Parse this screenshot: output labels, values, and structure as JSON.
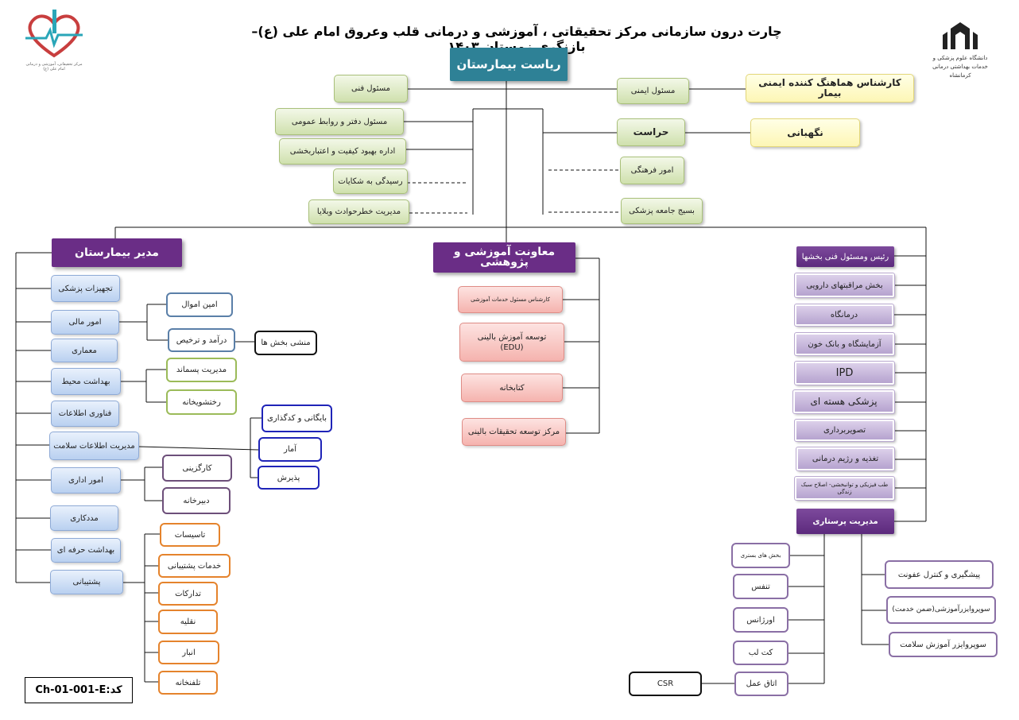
{
  "title": "چارت درون سازمانی مرکز تحقیقاتی ، آموزشی و درمانی قلب وعروق امام علی (ع)– بازنگری زمستان ۱۴۰۳",
  "code_label": "کد:Ch-01-001-E",
  "logos": {
    "left": {
      "caption": "مرکز تحقیقاتی، آموزشی و درمانی امام علی (ع)"
    },
    "right": {
      "caption": "دانشگاه علوم پزشکی و خدمات بهداشتی درمانی کرمانشاه"
    }
  },
  "top": {
    "head": "ریاست بیمارستان",
    "left": [
      "مسئول فنی",
      "مسئول دفتر و روابط عمومی",
      "اداره بهبود کیفیت و اعتباربخشی",
      "رسیدگی به شکایات",
      "مدیریت خطرحوادث وبلایا"
    ],
    "right": [
      "مسئول ایمنی",
      "حراست",
      "امور فرهنگی",
      "بسیج جامعه پزشکی"
    ],
    "right_extra": [
      "کارشناس هماهنگ کننده ایمنی بیمار",
      "نگهبانی"
    ]
  },
  "manager": {
    "head": "مدیر بیمارستان",
    "units": [
      "تجهیزات پزشکی",
      "امور مالی",
      "معماری",
      "بهداشت محیط",
      "فناوری اطلاعات",
      "مدیریت اطلاعات سلامت",
      "امور اداری",
      "مددکاری",
      "بهداشت حرفه ای",
      "پشتیبانی"
    ],
    "finance_sub": [
      "امین اموال",
      "درآمد و ترخیص"
    ],
    "billing_sub": [
      "منشی بخش ها"
    ],
    "env_sub": [
      "مدیریت پسماند",
      "رختشویخانه"
    ],
    "him_sub": [
      "بایگانی و کدگذاری",
      "آمار",
      "پذیرش"
    ],
    "admin_sub": [
      "کارگزینی",
      "دبیرخانه"
    ],
    "support_sub": [
      "تاسیسات",
      "خدمات پشتیبانی",
      "تدارکات",
      "نقلیه",
      "انبار",
      "تلفنخانه"
    ]
  },
  "education": {
    "head": "معاونت آموزشی و پژوهشی",
    "units": [
      "کارشناس مسئول خدمات آموزشی",
      "توسعه آموزش بالینی\n(EDU)",
      "کتابخانه",
      "مرکز توسعه تحقیقات بالینی"
    ]
  },
  "medical": {
    "head": "رئیس ومسئول فنی بخشها",
    "units": [
      "بخش مراقبتهای دارویی",
      "درمانگاه",
      "آزمایشگاه و بانک خون",
      "IPD",
      "پزشکی هسته ای",
      "تصویربرداری",
      "تغذیه و رژیم درمانی",
      "طب فیزیکی و توانبخشی- اصلاح سبک زندگی"
    ],
    "nursing_head": "مدیریت پرستاری",
    "nursing_left": [
      "بخش های بستری",
      "تنفس",
      "اورژانس",
      "کت لب",
      "اتاق عمل"
    ],
    "or_sub": [
      "CSR"
    ],
    "nursing_right": [
      "پیشگیری و کنترل عفونت",
      "سوپروایزرآموزشی(ضمن خدمت)",
      "سوپروایزر آموزش سلامت"
    ]
  },
  "colors": {
    "teal": "#2e8196",
    "purple": "#6a2d86",
    "green": "#cfe0ad",
    "yellow": "#fdf6b5",
    "blue": "#b9d0f0",
    "pink": "#f5b3ae",
    "lavender": "#b6a3cf",
    "orange": "#e5832c",
    "navy": "#1f24b8"
  }
}
